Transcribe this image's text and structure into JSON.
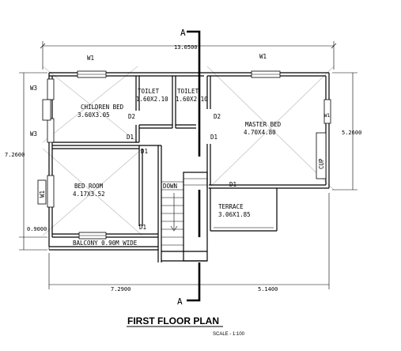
{
  "title": "FIRST  FLOOR PLAN",
  "scale": "SCALE - 1:100",
  "section_marker": "A",
  "rooms": {
    "children_bed": {
      "name": "CHILDREN BED",
      "size": "3.60X3.05"
    },
    "toilet1": {
      "name": "TOILET",
      "size": "1.60X2.10"
    },
    "toilet2": {
      "name": "TOILET",
      "size": "1.60X2.10"
    },
    "master_bed": {
      "name": "MASTER BED",
      "size": "4.70X4.80"
    },
    "bed_room": {
      "name": "BED ROOM",
      "size": "4.17X3.52"
    },
    "terrace": {
      "name": "TERRACE",
      "size": "3.06X1.85"
    },
    "balcony": {
      "name": "BALCONY 0.90M WIDE"
    },
    "down": "DOWN",
    "cup": "CUP"
  },
  "openings": {
    "w1": "W1",
    "w3": "W3",
    "d1": "D1",
    "d2": "D2"
  },
  "dimensions": {
    "overall_width": "13.0500",
    "left_height": "7.2600",
    "right_height": "5.2600",
    "balcony_depth": "0.9000",
    "bottom_left": "7.2900",
    "bottom_right": "5.1400"
  }
}
